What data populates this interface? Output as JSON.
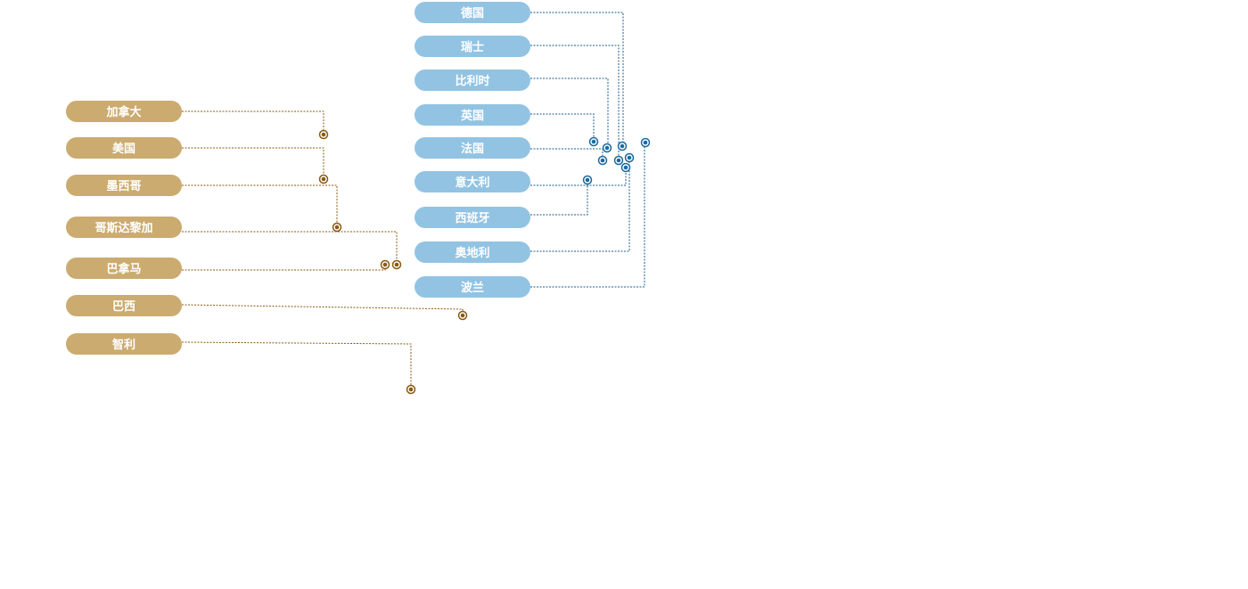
{
  "colors": {
    "americas_pill": "#cbab70",
    "americas_line": "#8a5a10",
    "americas_dot": "#8a5a10",
    "europe_pill": "#92c3e3",
    "europe_line": "#1a5c8a",
    "europe_dot": "#1a6aa0"
  },
  "americas": {
    "items": [
      {
        "label": "加拿大"
      },
      {
        "label": "美国"
      },
      {
        "label": "墨西哥"
      },
      {
        "label": "哥斯达黎加"
      },
      {
        "label": "巴拿马"
      },
      {
        "label": "巴西"
      },
      {
        "label": "智利"
      }
    ]
  },
  "europe": {
    "items": [
      {
        "label": "德国"
      },
      {
        "label": "瑞士"
      },
      {
        "label": "比利时"
      },
      {
        "label": "英国"
      },
      {
        "label": "法国"
      },
      {
        "label": "意大利"
      },
      {
        "label": "西班牙"
      },
      {
        "label": "奥地利"
      },
      {
        "label": "波兰"
      }
    ]
  }
}
